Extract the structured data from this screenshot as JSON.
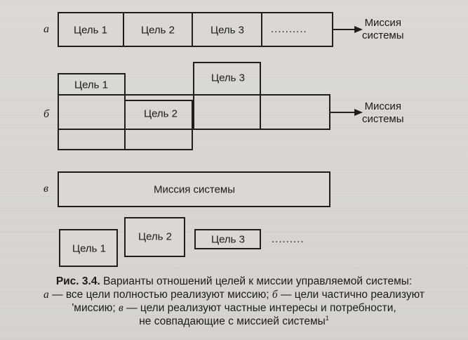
{
  "variants": {
    "a": "а",
    "b": "б",
    "c": "в"
  },
  "row_a": {
    "goals": [
      "Цель 1",
      "Цель 2",
      "Цель 3"
    ],
    "ellipsis": "..........",
    "mission": [
      "Миссия",
      "системы"
    ]
  },
  "row_b": {
    "goals": [
      "Цель 1",
      "Цель 2",
      "Цель 3"
    ],
    "mission": [
      "Миссия",
      "системы"
    ]
  },
  "row_c": {
    "mission": "Миссия системы",
    "goals": [
      "Цель 1",
      "Цель 2",
      "Цель 3"
    ],
    "ellipsis": "........."
  },
  "caption": {
    "number": "Рис. 3.4.",
    "title": "Варианты отношений целей к миссии управляемой системы:",
    "a_letter": "а",
    "a_text": "— все цели полностью реализуют миссию;",
    "b_letter": "б",
    "b_text": "— цели частично реализуют",
    "line3_pre": "'миссию;",
    "c_letter": "в",
    "c_text": "— цели реализуют частные интересы и потребности,",
    "line4": "не совпадающие с миссией системы",
    "footnote": "1"
  }
}
